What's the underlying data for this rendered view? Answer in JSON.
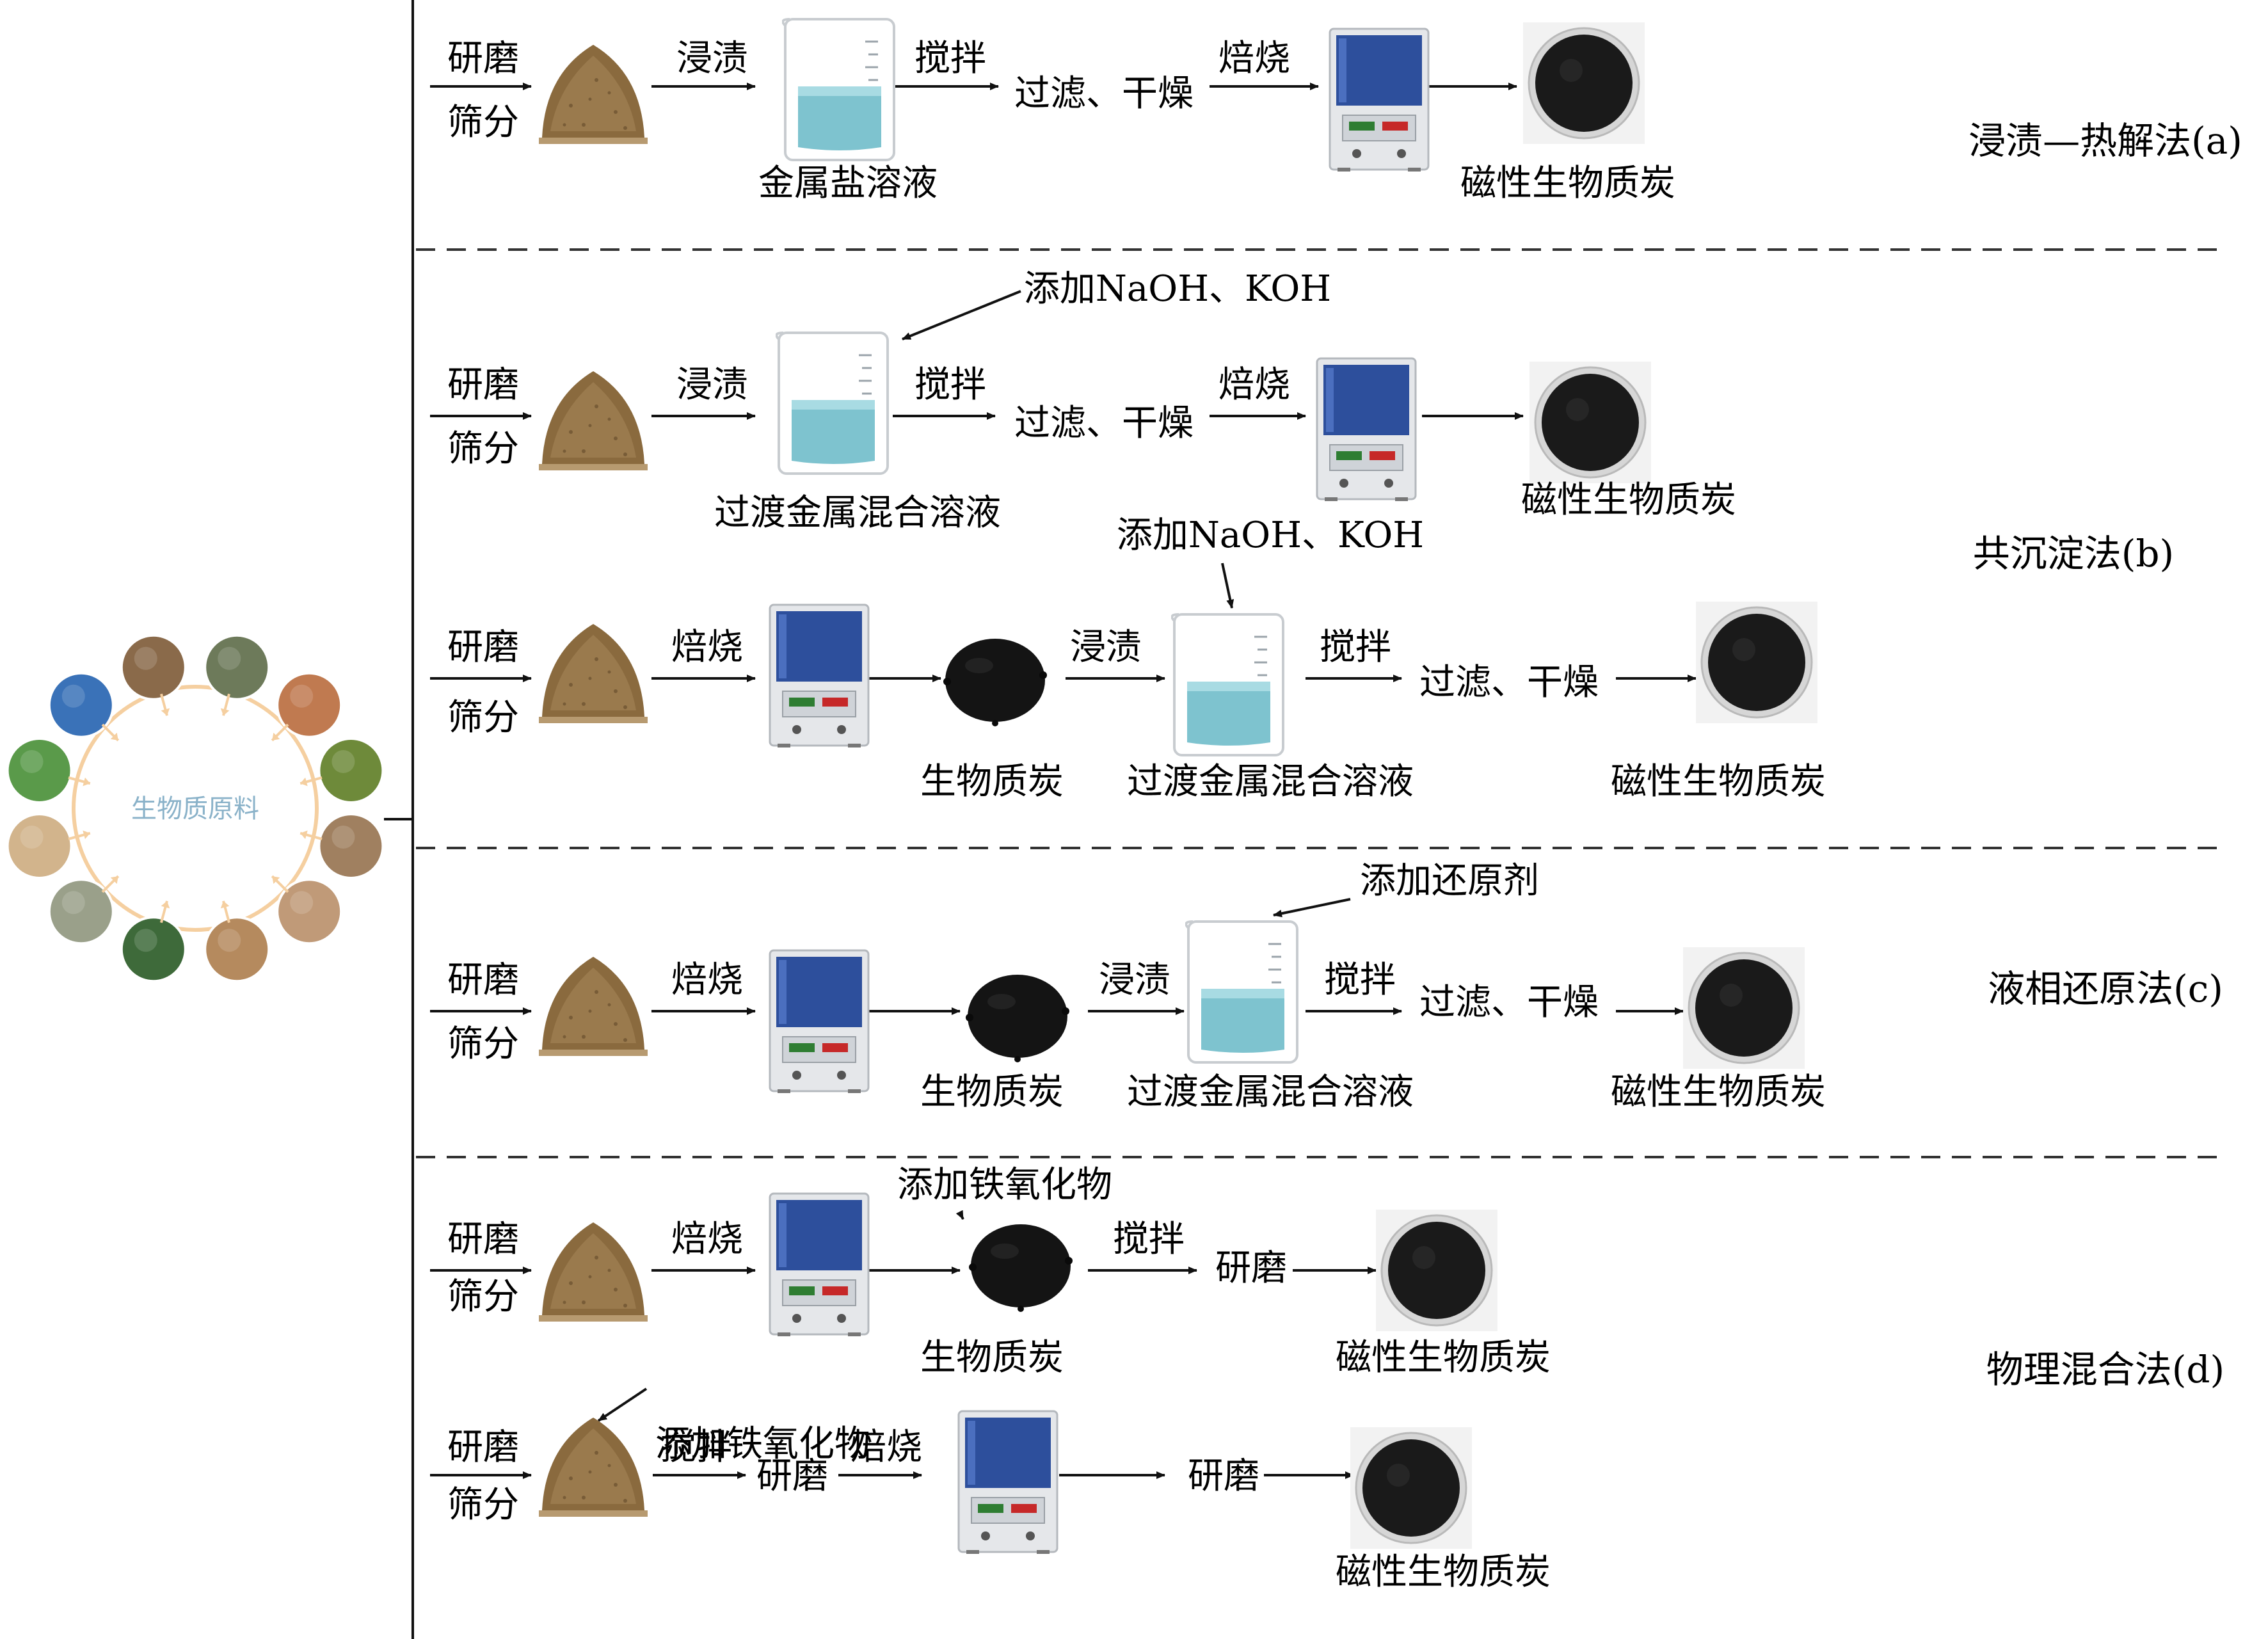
{
  "raw_material": {
    "label": "生物质原料",
    "accent_color": "#f5cfa0",
    "thumb_colors": [
      "#8a6a4a",
      "#6d7a5a",
      "#c07a50",
      "#6e8a3a",
      "#a08060",
      "#c09a78",
      "#b58a5e",
      "#3e6a3a",
      "#9aa08a",
      "#d2b48c",
      "#5a9a4a",
      "#3a72b8"
    ]
  },
  "steps": {
    "grind": "研磨",
    "sieve": "筛分",
    "impregnate": "浸渍",
    "stir": "搅拌",
    "roast": "焙烧",
    "filter_dry": "过滤、干燥",
    "grind_only": "研磨"
  },
  "materials": {
    "metal_salt_solution": "金属盐溶液",
    "transition_metal_solution": "过渡金属混合溶液",
    "biochar": "生物质炭",
    "magnetic_biochar": "磁性生物质炭"
  },
  "additives": {
    "base": "添加NaOH、KOH",
    "reductant": "添加还原剂",
    "iron_oxide": "添加铁氧化物"
  },
  "methods": {
    "a": "浸渍—热解法(a)",
    "b": "共沉淀法(b)",
    "c": "液相还原法(c)",
    "d": "物理混合法(d)"
  },
  "colors": {
    "line": "#111111",
    "powder": "#8a6a3e",
    "powder_light": "#a8875a",
    "char": "#141414",
    "furnace_blue": "#2d4f9c",
    "furnace_body": "#e5e7ea",
    "beaker_liquid": "#7ec3cf",
    "dish_rim": "#cfcfcf"
  }
}
